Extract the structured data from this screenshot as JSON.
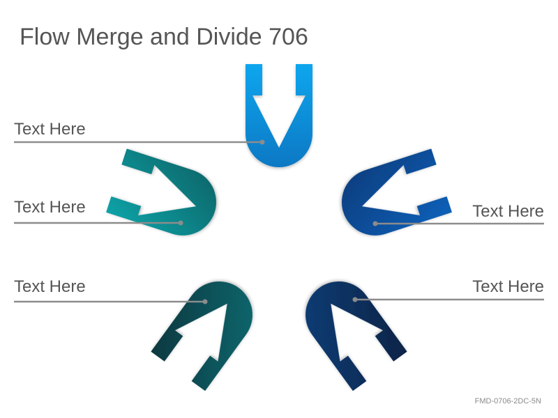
{
  "title": "Flow Merge and Divide 706",
  "labels": [
    "Text Here",
    "Text Here",
    "Text Here",
    "Text Here",
    "Text Here"
  ],
  "footer_code": "FMD-0706-2DC-5N",
  "colors": {
    "top_top": "#0aa6ee",
    "top_bottom": "#0a78c4",
    "left_upper_a": "#0a9aa0",
    "left_upper_b": "#0a6a6e",
    "right_upper_a": "#0a5bb0",
    "right_upper_b": "#0a3f80",
    "left_lower_a": "#0a6a70",
    "left_lower_b": "#0a3a42",
    "right_lower_a": "#0a2a52",
    "right_lower_b": "#0a3a72",
    "leader_line": "#8c8c8c",
    "leader_dot": "#8c8c8c"
  }
}
